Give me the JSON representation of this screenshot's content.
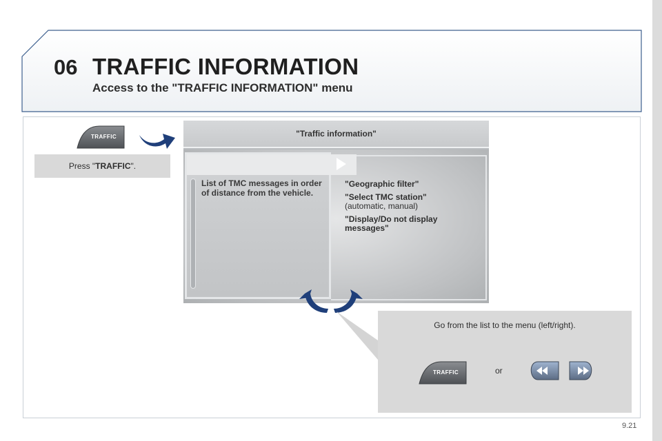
{
  "header": {
    "chapter": "06",
    "title": "TRAFFIC INFORMATION",
    "subtitle": "Access to the \"TRAFFIC INFORMATION\" menu"
  },
  "step1": {
    "button_label": "TRAFFIC",
    "press_prefix": "Press \"",
    "press_key": "TRAFFIC",
    "press_suffix": "\"."
  },
  "screen": {
    "title": "\"Traffic information\"",
    "list_text": "List of TMC messages in order of distance from the vehicle.",
    "menu": [
      {
        "label": "\"Geographic filter\"",
        "note": ""
      },
      {
        "label": "\"Select TMC station\"",
        "note": "(automatic, manual)"
      },
      {
        "label": "\"Display/Do not display messages\"",
        "note": ""
      }
    ]
  },
  "step2": {
    "instruction": "Go from the list to the menu (left/right).",
    "or": "or",
    "button_label": "TRAFFIC",
    "prev_icon": "rewind-icon",
    "next_icon": "fast-forward-icon"
  },
  "page_number": "9.21",
  "colors": {
    "arrow_blue": "#1f3f7a",
    "header_border": "#3d5f8e",
    "button_grey": "#6b6e72"
  }
}
